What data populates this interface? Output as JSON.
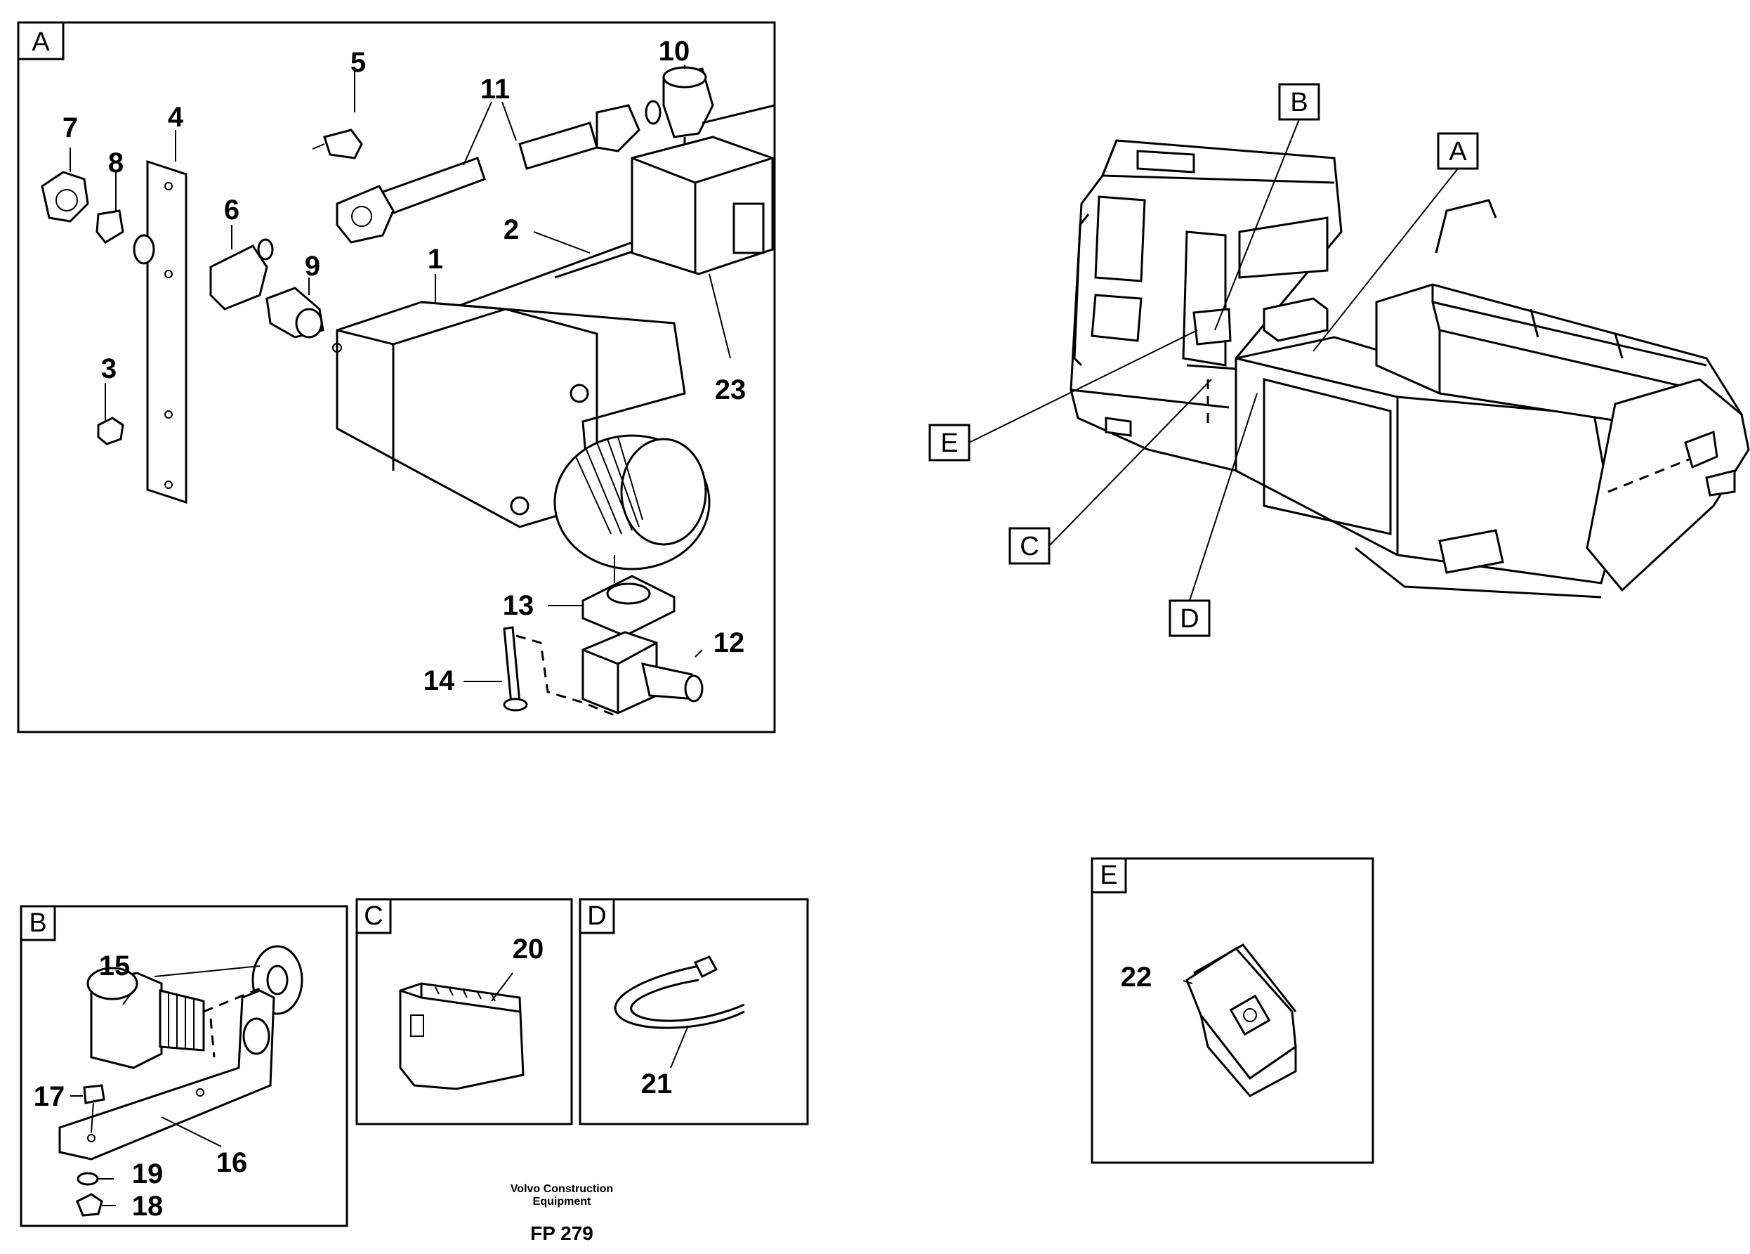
{
  "panels": {
    "a": {
      "tag": "A"
    },
    "b": {
      "tag": "B"
    },
    "c": {
      "tag": "C"
    },
    "d": {
      "tag": "D"
    },
    "e": {
      "tag": "E"
    }
  },
  "overview": {
    "callouts": {
      "a": "A",
      "b": "B",
      "c": "C",
      "d": "D",
      "e": "E"
    }
  },
  "parts": {
    "p1": "1",
    "p2": "2",
    "p3": "3",
    "p4": "4",
    "p5": "5",
    "p6": "6",
    "p7": "7",
    "p8": "8",
    "p9": "9",
    "p10": "10",
    "p11": "11",
    "p12": "12",
    "p13": "13",
    "p14": "14",
    "p15": "15",
    "p16": "16",
    "p17": "17",
    "p18": "18",
    "p19": "19",
    "p20": "20",
    "p21": "21",
    "p22": "22",
    "p23": "23"
  },
  "footer": {
    "company_line1": "Volvo Construction",
    "company_line2": "Equipment",
    "figure_id": "FP 279"
  }
}
